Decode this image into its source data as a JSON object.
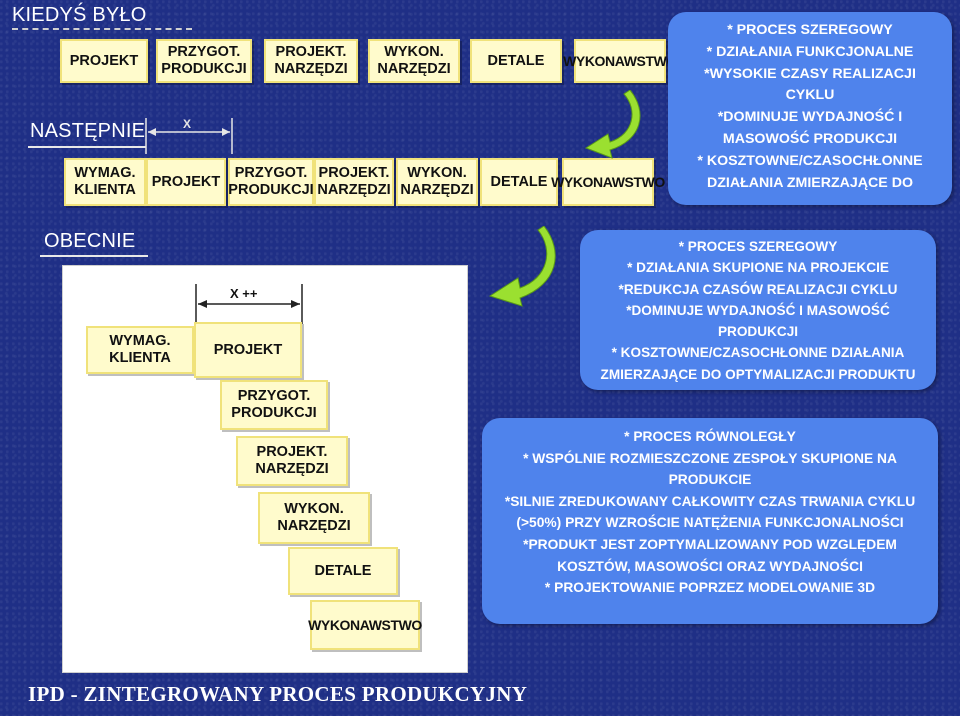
{
  "headings": {
    "kiedys": "KIEDYŚ BYŁO",
    "nastepnie": "NASTĘPNIE",
    "obecnie": "OBECNIE"
  },
  "row1": [
    "PROJEKT",
    "PRZYGOT.\nPRODUKCJI",
    "PROJEKT.\nNARZĘDZI",
    "WYKON.\nNARZĘDZI",
    "DETALE",
    "WYKONAWSTWO"
  ],
  "row2": [
    "WYMAG.\nKLIENTA",
    "PROJEKT",
    "PRZYGOT.\nPRODUKCJI",
    "PROJEKT.\nNARZĘDZI",
    "WYKON.\nNARZĘDZI",
    "DETALE",
    "WYKONAWSTWO"
  ],
  "row2_dimension": "X",
  "staircase": [
    "WYMAG.\nKLIENTA",
    "PROJEKT",
    "PRZYGOT.\nPRODUKCJI",
    "PROJEKT.\nNARZĘDZI",
    "WYKON.\nNARZĘDZI",
    "DETALE",
    "WYKONAWSTWO"
  ],
  "staircase_dimension": "X ++",
  "panel1": [
    "* PROCES SZEREGOWY",
    "* DZIAŁANIA FUNKCJONALNE",
    "*WYSOKIE CZASY REALIZACJI",
    "CYKLU",
    "*DOMINUJE WYDAJNOŚĆ I",
    "MASOWOŚĆ PRODUKCJI",
    "* KOSZTOWNE/CZASOCHŁONNE",
    "DZIAŁANIA ZMIERZAJĄCE DO"
  ],
  "panel2": [
    "* PROCES SZEREGOWY",
    "* DZIAŁANIA SKUPIONE NA PROJEKCIE",
    "*REDUKCJA CZASÓW REALIZACJI CYKLU",
    "*DOMINUJE WYDAJNOŚĆ I MASOWOŚĆ",
    "PRODUKCJI",
    "* KOSZTOWNE/CZASOCHŁONNE DZIAŁANIA",
    "ZMIERZAJĄCE DO OPTYMALIZACJI PRODUKTU"
  ],
  "panel3": [
    "* PROCES RÓWNOLEGŁY",
    "* WSPÓLNIE ROZMIESZCZONE ZESPOŁY SKUPIONE NA",
    "PRODUKCIE",
    "*SILNIE ZREDUKOWANY CAŁKOWITY CZAS TRWANIA CYKLU",
    "(>50%) PRZY WZROŚCIE NATĘŻENIA FUNKCJONALNOŚCI",
    "*PRODUKT JEST ZOPTYMALIZOWANY POD WZGLĘDEM",
    "KOSZTÓW, MASOWOŚCI ORAZ WYDAJNOŚCI",
    "* PROJEKTOWANIE POPRZEZ MODELOWANIE 3D"
  ],
  "footer": "IPD - ZINTEGROWANY PROCES PRODUKCYJNY",
  "colors": {
    "background": "#1f2f86",
    "box_fill": "#fffbcc",
    "panel_fill": "#4f83ec",
    "arrow": "#9be030"
  },
  "icons": [
    "curved-arrow-icon",
    "curved-arrow-icon"
  ]
}
